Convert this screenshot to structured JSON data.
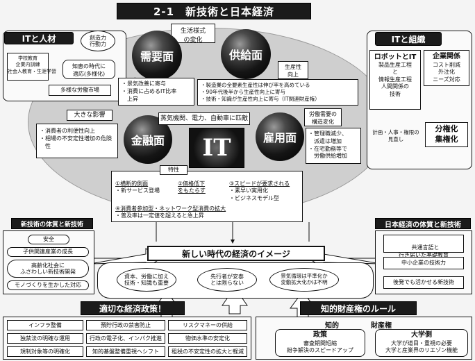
{
  "header": {
    "title": "2-1　新技術と日本経済"
  },
  "it_jinzai": {
    "title": "ITと人材",
    "creativity": [
      "創造力",
      "行動力"
    ],
    "left_box": [
      "学校教育",
      "企業内訓練",
      "社会人教育・生涯学習"
    ],
    "era_box": [
      "知恵の時代に",
      "適応(多様化)"
    ],
    "market": "多様な労働市場"
  },
  "lifestyle": [
    "生活様式",
    "の変化"
  ],
  "demand": {
    "label": "需要面",
    "lines": [
      "・景気改善に寄与",
      "・消費に占めるIT比率",
      "　上昇"
    ]
  },
  "supply": {
    "label": "供給面",
    "productivity": [
      "生産性",
      "向上"
    ],
    "lines": [
      "・製造業の全要素生産性は伸び率を高めている",
      "・90年代後半から生産性向上に寄与",
      "・技術・知識が生産性向上に寄与（IT関連財産権）"
    ]
  },
  "it_soshiki": {
    "title": "ITと組織",
    "robot": [
      "ロボットとIT",
      "製品生産工程",
      "と",
      "情報生産工程",
      "人間関係の",
      "技術"
    ],
    "kigyo_title": "企業関係",
    "kigyo_lines": [
      "コスト削減",
      "外注化",
      "ニーズ対応"
    ],
    "review": [
      "計画・人事・権限の",
      "見直し"
    ],
    "bunken": [
      "分権化",
      "集権化"
    ]
  },
  "finance": {
    "label": "金融面",
    "influence": "大きな影響",
    "lines": [
      "・消費者の利便性向上",
      "・相場の不安定性増加の危険",
      "　性"
    ]
  },
  "energy_bar": "蒸気機関、電力、自動車に匹敵",
  "it_label": "IT",
  "employment": {
    "label": "雇用面",
    "struct": [
      "労働需要の",
      "構造変化"
    ],
    "lines": [
      "・管理職減少、",
      "　派遣は増加",
      "・在宅勤務等で",
      "　労働供給増加"
    ]
  },
  "characteristics": {
    "title": "特性",
    "items": [
      {
        "head": "①横断的側面",
        "sub": "・新サービス登場"
      },
      {
        "head": "②価格低下",
        "sub": "をもたらす"
      },
      {
        "head": "③スピードが要求される",
        "sub": "・素早い実用化\n・ビジネスモデル型"
      }
    ],
    "item4": "④消費者参加型・ネットワーク型消費の拡大",
    "item4_sub": "・普及率は一定値を超えると急上昇"
  },
  "left_mid": {
    "title": "新技術の体質と新技術",
    "items": [
      "安全",
      "子供関連産業の成長",
      "高齢化社会に\nふさわしい新技術開発",
      "モノづくりを生かした対応"
    ]
  },
  "right_mid": {
    "title": "日本経済の体質と新技術",
    "items": [
      "共通言語と\n行き届いた基礎教育",
      "中小企業の技術力",
      "後発でも活かせる新技術"
    ]
  },
  "image": {
    "title": "新しい時代の経済のイメージ",
    "items": [
      "資本、労働に加え\n技術・知識も重要",
      "先行者が安泰\nとは限らない",
      "景気循環は平準化か\n変動拡大化かは不明"
    ]
  },
  "policy": {
    "title": "適切な経済政策！",
    "cells": [
      [
        "インフラ整備",
        "預貯行政の禁害防止",
        "リスクマネーの供給"
      ],
      [
        "独禁法の明確な運用",
        "行政の電子化、インパク推進",
        "物価水準の安定化"
      ],
      [
        "規制対象等の明確化",
        "知的基盤整備重視ヘシフト",
        "租税の不安定性の拡大と軽減"
      ]
    ]
  },
  "rules": {
    "title": "知的財産権のルール",
    "chiteki": "知的",
    "zaisanken": "財産権",
    "seisaku_title": "政策",
    "seisaku_lines": [
      "審査期間短縮",
      "紛争解決のスピードアップ"
    ],
    "univ_title": "大学側",
    "univ_lines": [
      "大学が道目・重視の必要",
      "大学と産業界のリエゾン機能"
    ]
  }
}
